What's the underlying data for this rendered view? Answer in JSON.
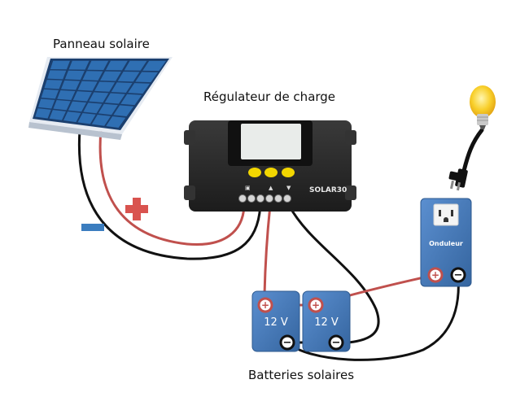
{
  "labels": {
    "solar_panel": "Panneau solaire",
    "charge_controller": "Régulateur de charge",
    "batteries": "Batteries solaires"
  },
  "controller": {
    "model": "SOLAR30"
  },
  "inverter": {
    "label": "Onduleur"
  },
  "battery_1": {
    "voltage": "12 V"
  },
  "battery_2": {
    "voltage": "12 V"
  },
  "colors": {
    "cable_positive": "#c0504d",
    "cable_negative": "#111111",
    "positive_sign": "#d9534f",
    "negative_sign": "#3b7dbf",
    "battery_fill": "#3f74b8",
    "panel_cell": "#2f6fb3",
    "controller_body": "#2b2b2b",
    "controller_button": "#f2d600"
  },
  "icons": [
    "plus-sign-icon",
    "minus-sign-icon",
    "light-bulb-icon",
    "power-plug-icon",
    "outlet-icon"
  ]
}
